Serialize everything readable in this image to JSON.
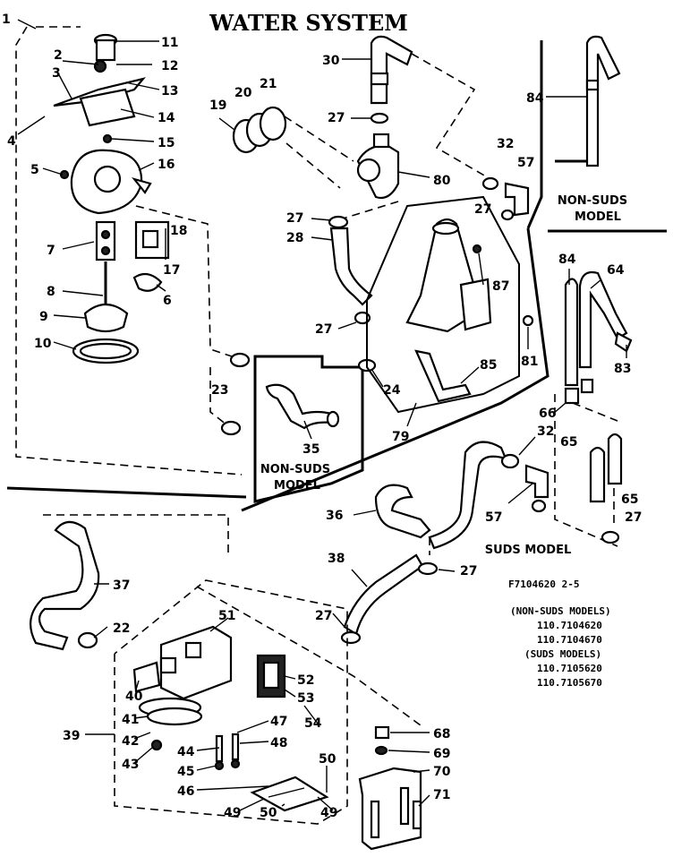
{
  "title": "WATER SYSTEM",
  "part_numbers": [
    "1",
    "2",
    "3",
    "4",
    "5",
    "6",
    "7",
    "8",
    "9",
    "10",
    "11",
    "12",
    "13",
    "14",
    "15",
    "16",
    "17",
    "18",
    "19",
    "20",
    "21",
    "22",
    "23",
    "24",
    "27",
    "28",
    "30",
    "32",
    "35",
    "36",
    "37",
    "38",
    "39",
    "40",
    "41",
    "42",
    "43",
    "44",
    "45",
    "46",
    "47",
    "48",
    "49",
    "50",
    "51",
    "52",
    "53",
    "54",
    "57",
    "64",
    "65",
    "66",
    "68",
    "69",
    "70",
    "71",
    "79",
    "80",
    "81",
    "83",
    "84",
    "85",
    "87"
  ],
  "labels": {
    "non_suds_top_1": "NON-SUDS",
    "non_suds_top_2": "MODEL",
    "non_suds_mid_1": "NON-SUDS",
    "non_suds_mid_2": "MODEL",
    "suds_model": "SUDS MODEL"
  },
  "notes": {
    "drawing_no": "F7104620 2-5",
    "non_suds_header": "(NON-SUDS MODELS)",
    "non_suds_1": "110.7104620",
    "non_suds_2": "110.7104670",
    "suds_header": "(SUDS MODELS)",
    "suds_1": "110.7105620",
    "suds_2": "110.7105670"
  }
}
